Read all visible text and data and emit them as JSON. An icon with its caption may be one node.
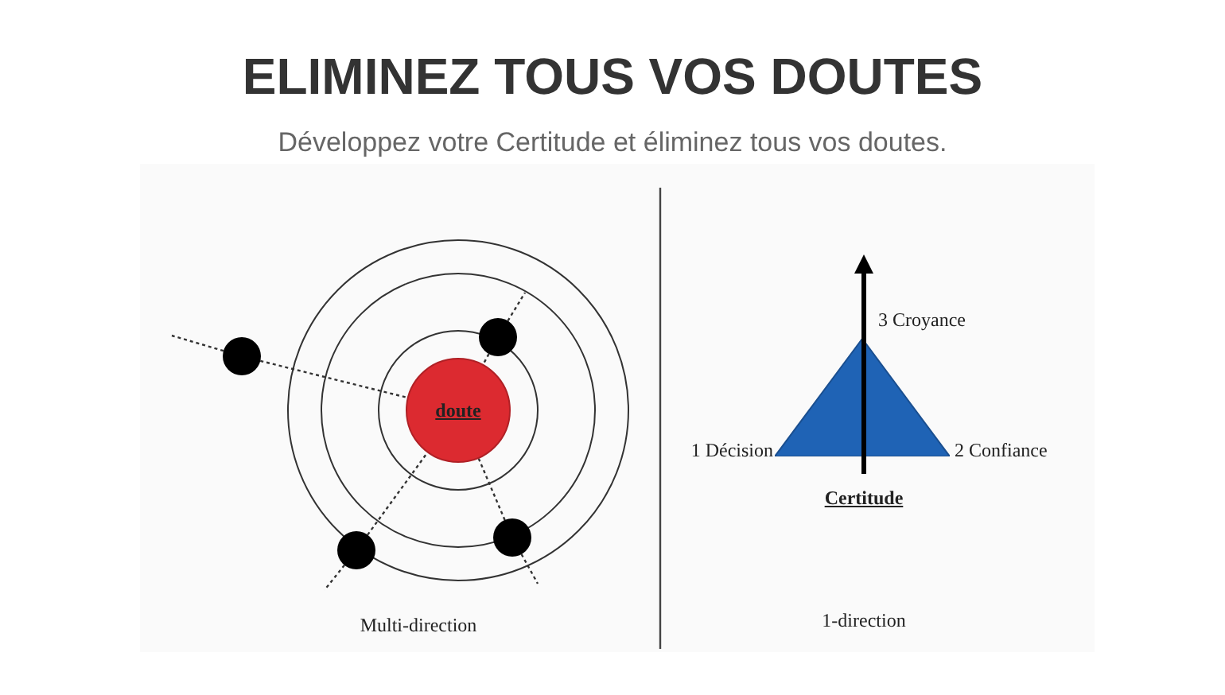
{
  "diagram": {
    "title": "ELIMINEZ TOUS VOS DOUTES",
    "nodes": [
      {
        "text": [
          "doute"
        ]
      },
      {
        "text": [],
        "shape": "circle"
      },
      {
        "text": [],
        "shape": "circle"
      },
      {
        "text": [],
        "shape": "circle"
      },
      {
        "text": [],
        "shape": "circle"
      },
      {
        "text": [],
        "shape": "triangle"
      }
    ],
    "edges": [
      {
        "from": 1,
        "to": 0,
        "arrow": "none",
        "style": "dashed"
      },
      {
        "from": 2,
        "to": 0,
        "arrow": "none",
        "style": "dashed"
      },
      {
        "from": 3,
        "to": 0,
        "arrow": "none",
        "style": "dashed"
      },
      {
        "from": 4,
        "to": 0,
        "arrow": "none",
        "style": "dashed"
      }
    ],
    "labels": [
      "Développez votre Certitude et éliminez tous vos doutes.",
      "3 Croyance",
      "1 Décision",
      "2 Confiance",
      "Certitude",
      "Multi-direction",
      "1-direction"
    ]
  }
}
